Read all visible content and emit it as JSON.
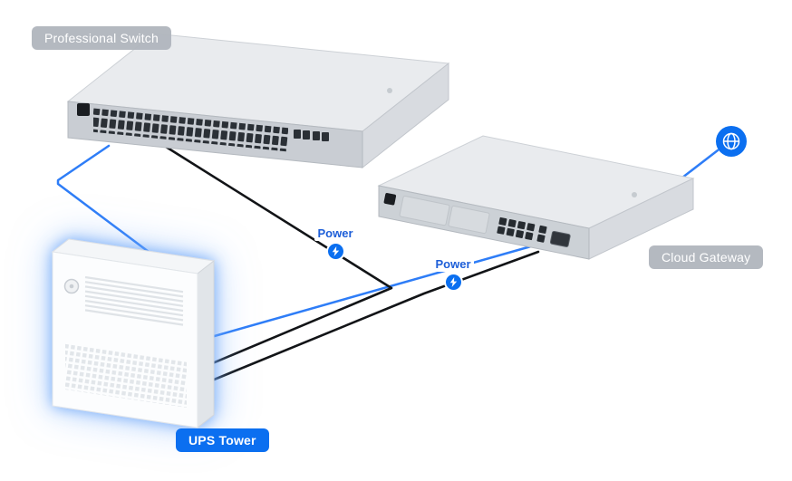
{
  "diagram": {
    "labels": {
      "professional_switch": "Professional Switch",
      "cloud_gateway": "Cloud Gateway",
      "ups_tower": "UPS Tower"
    },
    "power_badges": [
      {
        "label": "Power"
      },
      {
        "label": "Power"
      }
    ],
    "icons": {
      "internet": "globe-icon",
      "power_connector": "lightning-bolt-icon"
    },
    "colors": {
      "accent_blue": "#0b6ff0",
      "data_line_blue": "#2e7df7",
      "power_line_black": "#121417",
      "badge_gray": "#b0b5bd",
      "glow_blue": "#63a1f8"
    },
    "connections": [
      {
        "from": "internet",
        "to": "cloud-gateway",
        "type": "data"
      },
      {
        "from": "professional-switch",
        "to": "ups-tower",
        "type": "data"
      },
      {
        "from": "ups-tower",
        "to": "cloud-gateway",
        "type": "data"
      },
      {
        "from": "ups-tower",
        "to": "professional-switch",
        "type": "power",
        "label": "Power"
      },
      {
        "from": "ups-tower",
        "to": "cloud-gateway",
        "type": "power",
        "label": "Power"
      }
    ]
  }
}
